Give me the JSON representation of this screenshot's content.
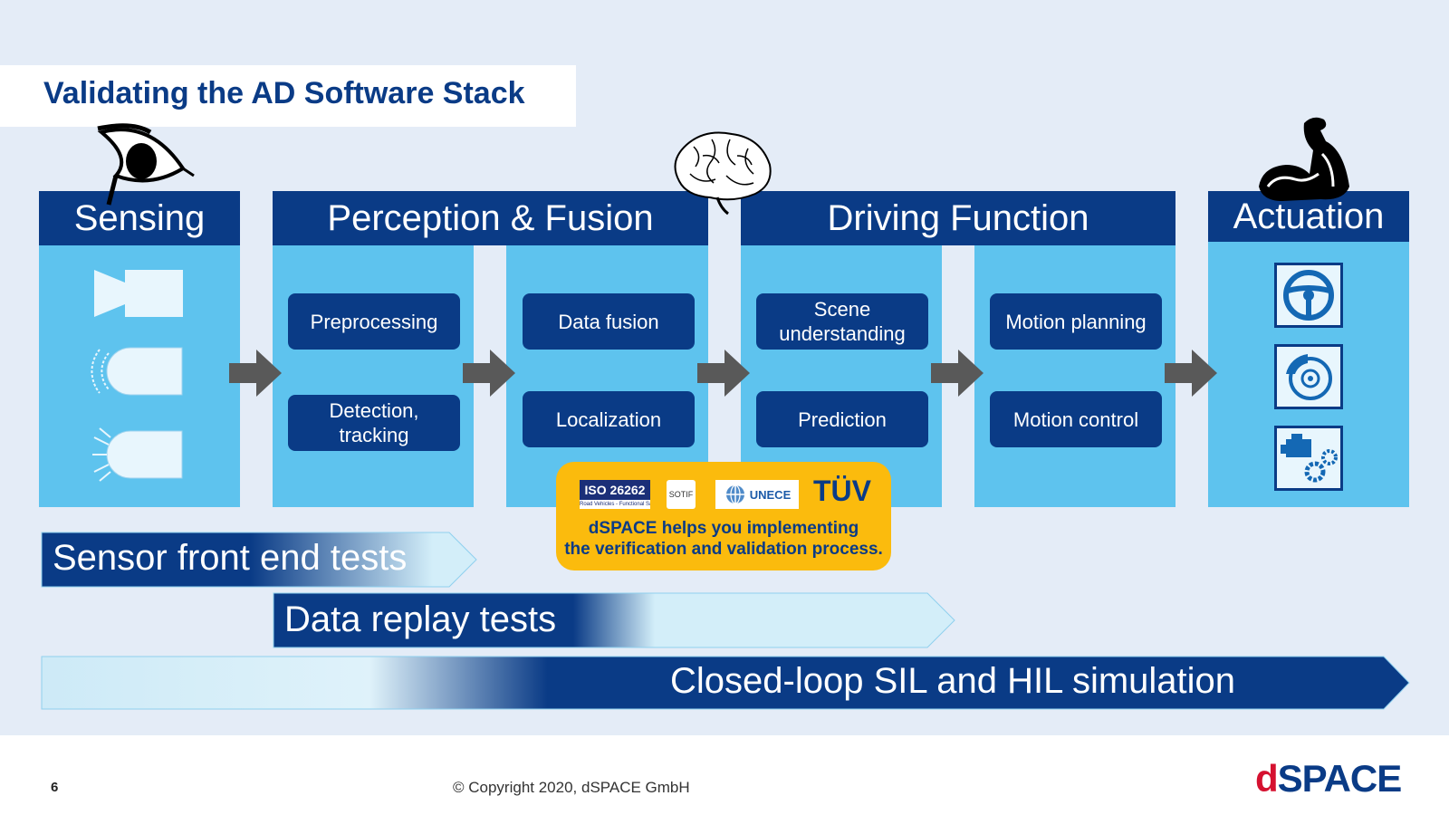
{
  "title": "Validating the AD Software Stack",
  "columns": {
    "sensing": "Sensing",
    "perception": "Perception & Fusion",
    "driving": "Driving Function",
    "actuation": "Actuation"
  },
  "steps": {
    "preprocessing": "Preprocessing",
    "detection_tracking": "Detection, tracking",
    "data_fusion": "Data fusion",
    "localization": "Localization",
    "scene_understanding": "Scene understanding",
    "prediction": "Prediction",
    "motion_planning": "Motion planning",
    "motion_control": "Motion control"
  },
  "icons": [
    "eye-icon",
    "brain-icon",
    "flexed-arm-icon",
    "camera-sensor-icon",
    "radar-sensor-icon",
    "lidar-sensor-icon",
    "steering-wheel-icon",
    "brake-disc-icon",
    "engine-gears-icon",
    "flow-arrow-icon"
  ],
  "badge": {
    "iso_label": "ISO 26262",
    "iso_sublabel": "Road Vehicles - Functional Safety",
    "sotif_label": "SOTIF",
    "unece_label": "UNECE",
    "tuv_label": "TÜV",
    "line1": "dSPACE helps you implementing",
    "line2": "the verification and validation process."
  },
  "tests": {
    "sensor_front_end": "Sensor front end tests",
    "data_replay": "Data replay tests",
    "closed_loop": "Closed-loop SIL and HIL simulation"
  },
  "footer": {
    "page_number": "6",
    "copyright": "© Copyright 2020, dSPACE GmbH",
    "logo_d": "d",
    "logo_rest": "SPACE"
  },
  "colors": {
    "navy": "#0a3b86",
    "panel_blue": "#5ec3ee",
    "background": "#e4ecf7",
    "badge_yellow": "#fbbb0d",
    "logo_red": "#d51130"
  }
}
